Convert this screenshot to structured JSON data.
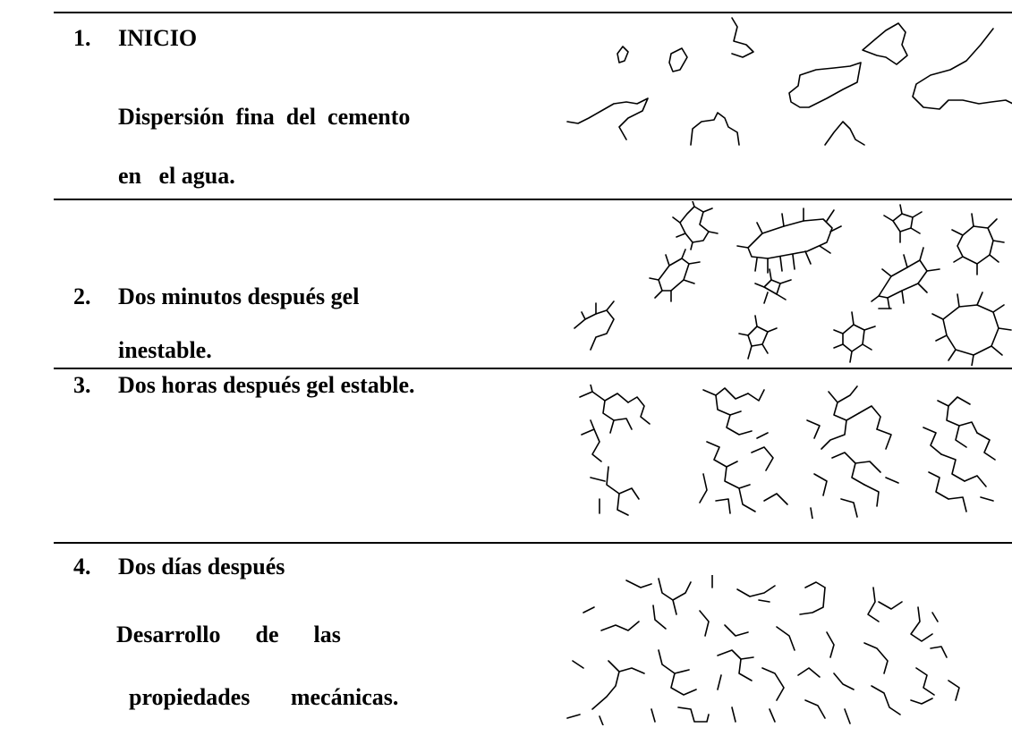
{
  "stages": [
    {
      "number": "1.",
      "lines": [
        "INICIO",
        "Dispersión  fina  del  cemento",
        "en   el agua."
      ],
      "sketch": "dispersed-particles"
    },
    {
      "number": "2.",
      "lines": [
        "Dos minutos después gel",
        "inestable."
      ],
      "sketch": "unstable-gel"
    },
    {
      "number": "3.",
      "lines": [
        "Dos horas después gel estable."
      ],
      "sketch": "stable-gel"
    },
    {
      "number": "4.",
      "lines": [
        "Dos días después",
        "Desarrollo      de      las",
        "propiedades       mecánicas."
      ],
      "sketch": "mechanical-network"
    }
  ]
}
